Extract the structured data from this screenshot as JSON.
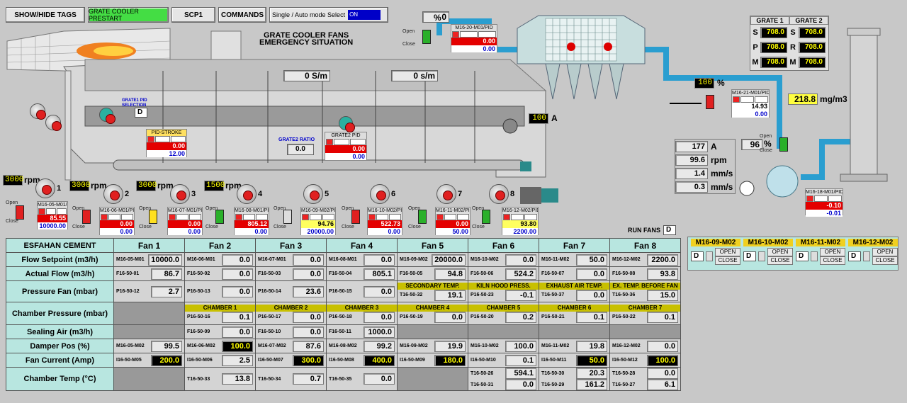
{
  "toolbar": {
    "show_hide": "SHOW/HIDE TAGS",
    "prestart": "GRATE COOLER PRESTART",
    "scp1": "SCP1",
    "commands": "COMMANDS",
    "mode_label": "Single / Auto mode Select",
    "mode_value": "ON"
  },
  "title": {
    "line1": "GRATE COOLER FANS",
    "line2": "EMERGENCY SITUATION"
  },
  "top": {
    "pct_value": "0",
    "pct_unit": "%",
    "speed1": "0 S/m",
    "speed2": "0 s/m",
    "grate1_sel_label": "GRATE1 PID SELECTION",
    "grate1_sel": "D",
    "grate2_ratio_label": "GRATE2 RATIO",
    "grate2_ratio": "0.0",
    "current_value": "100",
    "current_unit": "A"
  },
  "grate_panel": {
    "g1": "GRATE 1",
    "g2": "GRATE 2",
    "rows": [
      {
        "l1": "S",
        "v1": "708.0",
        "l2": "S",
        "v2": "708.0"
      },
      {
        "l1": "P",
        "v1": "708.0",
        "l2": "R",
        "v2": "708.0"
      },
      {
        "l1": "M",
        "v1": "708.0",
        "l2": "M",
        "v2": "708.0"
      }
    ]
  },
  "emission": {
    "value": "218.8",
    "unit": "mg/m3"
  },
  "id_fan": {
    "pct": "100",
    "pct_unit": "%",
    "pid_tag": "M16-21-M01/PID",
    "pid_v1": "14.93",
    "pid_v2": "0.00",
    "pct2": "96",
    "current": "177",
    "current_unit": "A",
    "speed": "99.6",
    "speed_unit": "rpm",
    "vib1": "1.4",
    "vib1_unit": "mm/s",
    "vib2": "0.3",
    "vib2_unit": "mm/s",
    "pid2_tag": "M16-18-M01/PID",
    "pid2_v1": "-0.10",
    "pid2_v2": "-0.01"
  },
  "top_pid": {
    "tag": "M16-20-M01/PID",
    "v1": "0.00",
    "v2": "0.00"
  },
  "pid_stroke": {
    "label": "PID-STROKE",
    "v1": "0.00",
    "v2": "12.00"
  },
  "grate2_pid": {
    "tag": "GRATE2 PID",
    "v1": "0.00",
    "v2": "0.00"
  },
  "rpm": [
    {
      "value": "3000",
      "unit": "rpm"
    },
    {
      "value": "3000",
      "unit": "rpm"
    },
    {
      "value": "3000",
      "unit": "rpm"
    },
    {
      "value": "1500",
      "unit": "rpm"
    }
  ],
  "fan_pids": [
    {
      "no": "1",
      "tag": "M16-05-M01/PID",
      "v1": "85.55",
      "v2": "10000.00"
    },
    {
      "no": "2",
      "tag": "M16-06-M01/PID",
      "v1": "0.00",
      "v2": "0.00"
    },
    {
      "no": "3",
      "tag": "M16-07-M01/PID",
      "v1": "0.00",
      "v2": "0.00"
    },
    {
      "no": "4",
      "tag": "M16-08-M01/PID",
      "v1": "805.12",
      "v2": "0.00"
    },
    {
      "no": "5",
      "tag": "M16-09-M02/PID",
      "v1": "94.76",
      "v2": "20000.00"
    },
    {
      "no": "6",
      "tag": "M16-10-M02/PID",
      "v1": "522.73",
      "v2": "0.00"
    },
    {
      "no": "7",
      "tag": "M16-11-M02/PID",
      "v1": "0.00",
      "v2": "50.00"
    },
    {
      "no": "8",
      "tag": "M16-12-M02/PID",
      "v1": "93.80",
      "v2": "2200.00"
    }
  ],
  "open_close": {
    "open": "Open",
    "close": "Close"
  },
  "run_fans": {
    "label": "RUN FANS",
    "value": "D"
  },
  "table": {
    "corner": "ESFAHAN CEMENT",
    "fans": [
      "Fan 1",
      "Fan 2",
      "Fan 3",
      "Fan 4",
      "Fan 5",
      "Fan 6",
      "Fan 7",
      "Fan 8"
    ],
    "rows": {
      "flow_sp": {
        "label": "Flow Setpoint (m3/h)",
        "cells": [
          [
            "M16-05-M01",
            "10000.0"
          ],
          [
            "M16-06-M01",
            "0.0"
          ],
          [
            "M16-07-M01",
            "0.0"
          ],
          [
            "M16-08-M01",
            "0.0"
          ],
          [
            "M16-09-M02",
            "20000.0"
          ],
          [
            "M16-10-M02",
            "0.0"
          ],
          [
            "M16-11-M02",
            "50.0"
          ],
          [
            "M16-12-M02",
            "2200.0"
          ]
        ]
      },
      "act_flow": {
        "label": "Actual Flow (m3/h)",
        "cells": [
          [
            "F16-50-01",
            "86.7"
          ],
          [
            "F16-50-02",
            "0.0"
          ],
          [
            "F16-50-03",
            "0.0"
          ],
          [
            "F16-50-04",
            "805.1"
          ],
          [
            "F16-50-05",
            "94.8"
          ],
          [
            "F16-50-06",
            "524.2"
          ],
          [
            "F16-50-07",
            "0.0"
          ],
          [
            "F16-50-08",
            "93.8"
          ]
        ]
      },
      "press_fan": {
        "label": "Pressure Fan (mbar)",
        "cells": [
          [
            "P16-50-12",
            "2.7"
          ],
          [
            "P16-50-13",
            "0.0"
          ],
          [
            "P16-50-14",
            "23.6"
          ],
          [
            "P16-50-15",
            "0.0"
          ],
          [
            "T16-50-32",
            "19.1"
          ],
          [
            "P16-50-23",
            "-0.1"
          ],
          [
            "T16-50-37",
            "0.0"
          ],
          [
            "T16-50-36",
            "15.0"
          ]
        ],
        "ytags": [
          "SECONDARY TEMP.",
          "KILN HOOD PRESS.",
          "EXHAUST AIR TEMP.",
          "EX. TEMP. BEFORE FAN"
        ]
      },
      "chamber": {
        "label": "Chamber Pressure (mbar)",
        "ytags": [
          "CHAMBER 1",
          "CHAMBER 2",
          "CHAMBER 3",
          "CHAMBER 4",
          "CHAMBER 5",
          "CHAMBER 6",
          "CHAMBER 7"
        ],
        "cells": [
          [
            "P16-50-16",
            "0.1"
          ],
          [
            "P16-50-17",
            "0.0"
          ],
          [
            "P16-50-18",
            "0.0"
          ],
          [
            "P16-50-19",
            "0.0"
          ],
          [
            "P16-50-20",
            "0.2"
          ],
          [
            "P16-50-21",
            "0.1"
          ],
          [
            "P16-50-22",
            "0.1"
          ]
        ]
      },
      "sealing": {
        "label": "Sealing Air (m3/h)",
        "cells": [
          [
            "F16-50-09",
            "0.0"
          ],
          [
            "F16-50-10",
            "0.0"
          ],
          [
            "F16-50-11",
            "1000.0"
          ]
        ]
      },
      "damper": {
        "label": "Damper Pos (%)",
        "cells": [
          [
            "M16-05-M02",
            "99.5"
          ],
          [
            "M16-06-M02",
            "100.0"
          ],
          [
            "M16-07-M02",
            "87.6"
          ],
          [
            "M16-08-M02",
            "99.2"
          ],
          [
            "M16-09-M02",
            "19.9"
          ],
          [
            "M16-10-M02",
            "100.0"
          ],
          [
            "M16-11-M02",
            "19.8"
          ],
          [
            "M16-12-M02",
            "0.0"
          ]
        ]
      },
      "current": {
        "label": "Fan Current (Amp)",
        "cells": [
          [
            "I16-50-M05",
            "200.0"
          ],
          [
            "I16-50-M06",
            "2.5"
          ],
          [
            "I16-50-M07",
            "300.0"
          ],
          [
            "I16-50-M08",
            "400.0"
          ],
          [
            "I16-50-M09",
            "180.0"
          ],
          [
            "I16-50-M10",
            "0.1"
          ],
          [
            "I16-50-M11",
            "50.0"
          ],
          [
            "I16-50-M12",
            "100.0"
          ]
        ]
      },
      "ctemp": {
        "label": "Chamber Temp (°C)",
        "cells": [
          [
            "T16-50-33",
            "13.8"
          ],
          [
            "T16-50-34",
            "0.7"
          ],
          [
            "T16-50-35",
            "0.0"
          ]
        ],
        "pairs": [
          [
            [
              "T16-50-26",
              "594.1"
            ],
            [
              "T16-50-31",
              "0.0"
            ]
          ],
          [
            [
              "T16-50-30",
              "20.3"
            ],
            [
              "T16-50-29",
              "161.2"
            ]
          ],
          [
            [
              "T16-50-28",
              "0.0"
            ],
            [
              "T16-50-27",
              "6.1"
            ]
          ]
        ]
      }
    }
  },
  "motors": [
    {
      "tag": "M16-09-M02",
      "sel": "D",
      "open": "OPEN",
      "close": "CLOSE"
    },
    {
      "tag": "M16-10-M02",
      "sel": "D",
      "open": "OPEN",
      "close": "CLOSE"
    },
    {
      "tag": "M16-11-M02",
      "sel": "D",
      "open": "OPEN",
      "close": "CLOSE"
    },
    {
      "tag": "M16-12-M02",
      "sel": "D",
      "open": "OPEN",
      "close": "CLOSE"
    }
  ]
}
